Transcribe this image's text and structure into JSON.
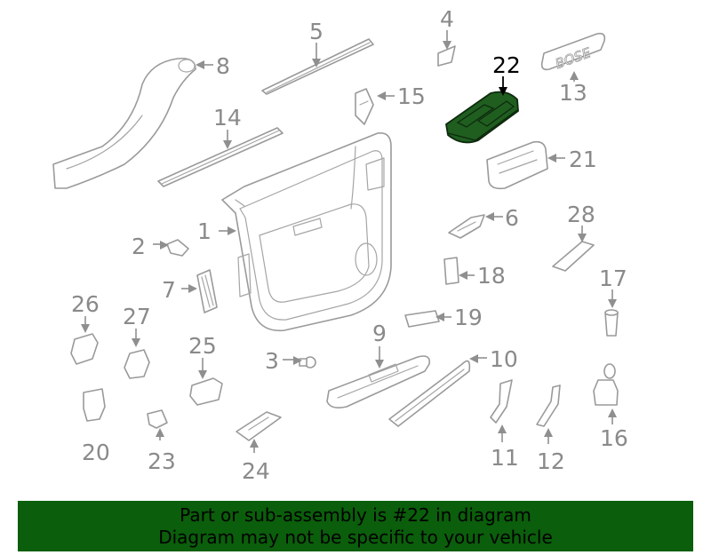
{
  "callouts": {
    "c1": "1",
    "c2": "2",
    "c3": "3",
    "c4": "4",
    "c5": "5",
    "c6": "6",
    "c7": "7",
    "c8": "8",
    "c9": "9",
    "c10": "10",
    "c11": "11",
    "c12": "12",
    "c13": "13",
    "c14": "14",
    "c15": "15",
    "c16": "16",
    "c17": "17",
    "c18": "18",
    "c19": "19",
    "c20": "20",
    "c21": "21",
    "c22": "22",
    "c23": "23",
    "c24": "24",
    "c25": "25",
    "c26": "26",
    "c27": "27",
    "c28": "28"
  },
  "highlighted_part": "22",
  "emblem_text": "BOSE",
  "banner": {
    "line1": "Part or sub-assembly is #22 in diagram",
    "line2": "Diagram may not be specific to your vehicle"
  },
  "colors": {
    "highlight_fill": "#1f5e1f",
    "banner_background": "#0b5e0b",
    "line_gray": "#9a9a9a"
  }
}
